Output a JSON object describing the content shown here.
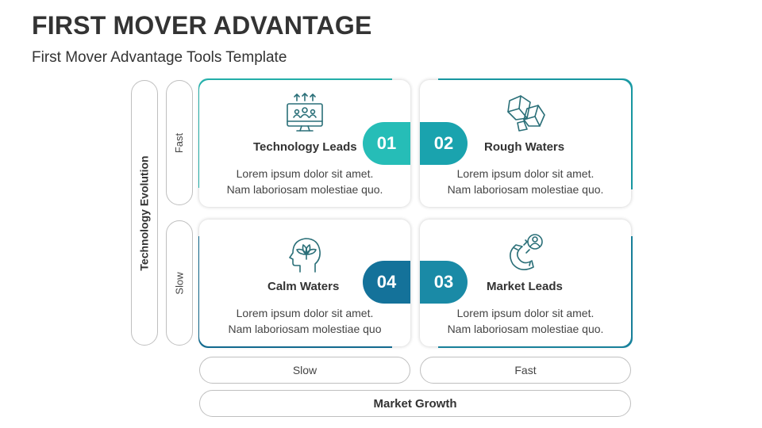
{
  "header": {
    "title": "FIRST MOVER ADVANTAGE",
    "subtitle": "First Mover Advantage Tools Template"
  },
  "axes": {
    "y_title": "Technology Evolution",
    "y_top": "Fast",
    "y_bottom": "Slow",
    "x_left": "Slow",
    "x_right": "Fast",
    "x_title": "Market Growth"
  },
  "quadrants": [
    {
      "number": "01",
      "label": "Technology Leads",
      "desc_line1": "Lorem ipsum dolor sit amet.",
      "desc_line2": "Nam laboriosam molestiae quo.",
      "icon": "monitor-team-icon",
      "color": "#26bdb7"
    },
    {
      "number": "02",
      "label": "Rough Waters",
      "desc_line1": "Lorem ipsum dolor sit amet.",
      "desc_line2": "Nam laboriosam molestiae quo.",
      "icon": "rocks-icon",
      "color": "#1aa3ae"
    },
    {
      "number": "03",
      "label": "Market Leads",
      "desc_line1": "Lorem ipsum dolor sit amet.",
      "desc_line2": "Nam laboriosam molestiae quo.",
      "icon": "magnet-user-icon",
      "color": "#1a8aa6"
    },
    {
      "number": "04",
      "label": "Calm Waters",
      "desc_line1": "Lorem ipsum dolor sit amet.",
      "desc_line2": "Nam laboriosam molestiae quo",
      "icon": "head-lotus-icon",
      "color": "#14729a"
    }
  ],
  "colors": {
    "teal_light": "#26bdb7",
    "teal_mid": "#1aa3ae",
    "blue_mid": "#1a8aa6",
    "blue_dark": "#14729a",
    "icon_stroke": "#2a6f78",
    "pill_border": "#bfbfbf"
  }
}
